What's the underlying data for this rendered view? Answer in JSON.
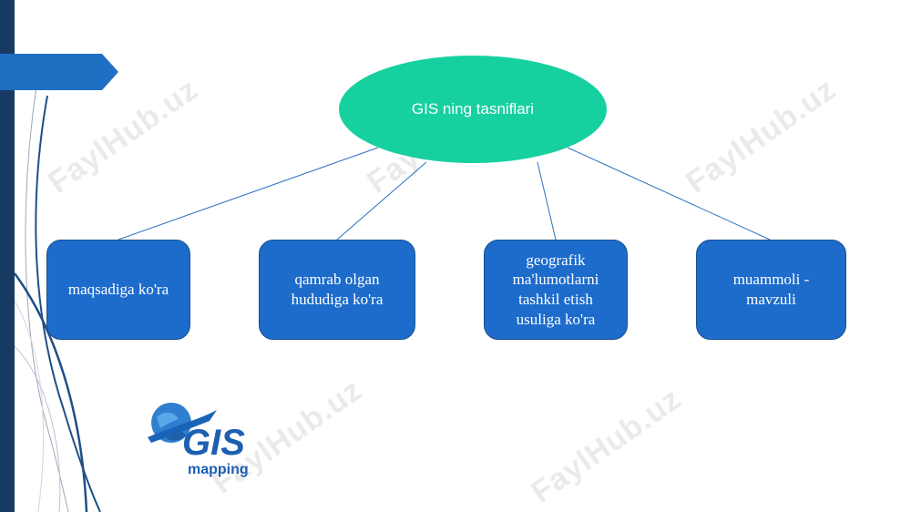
{
  "watermark": "FaylHub.uz",
  "diagram": {
    "root": "GIS ning tasniflari",
    "children": [
      "maqsadiga ko'ra",
      "qamrab olgan hududiga ko'ra",
      "geografik ma'lumotlarni tashkil etish usuliga ko'ra",
      "muammoli - mavzuli"
    ]
  },
  "logo": {
    "line1": "GIS",
    "line2": "mapping"
  },
  "colors": {
    "root_fill": "#17d0a0",
    "node_fill": "#1d6ccc",
    "connector": "#2a72c2",
    "sidebar": "#173a63",
    "accent": "#1f6fc3"
  }
}
